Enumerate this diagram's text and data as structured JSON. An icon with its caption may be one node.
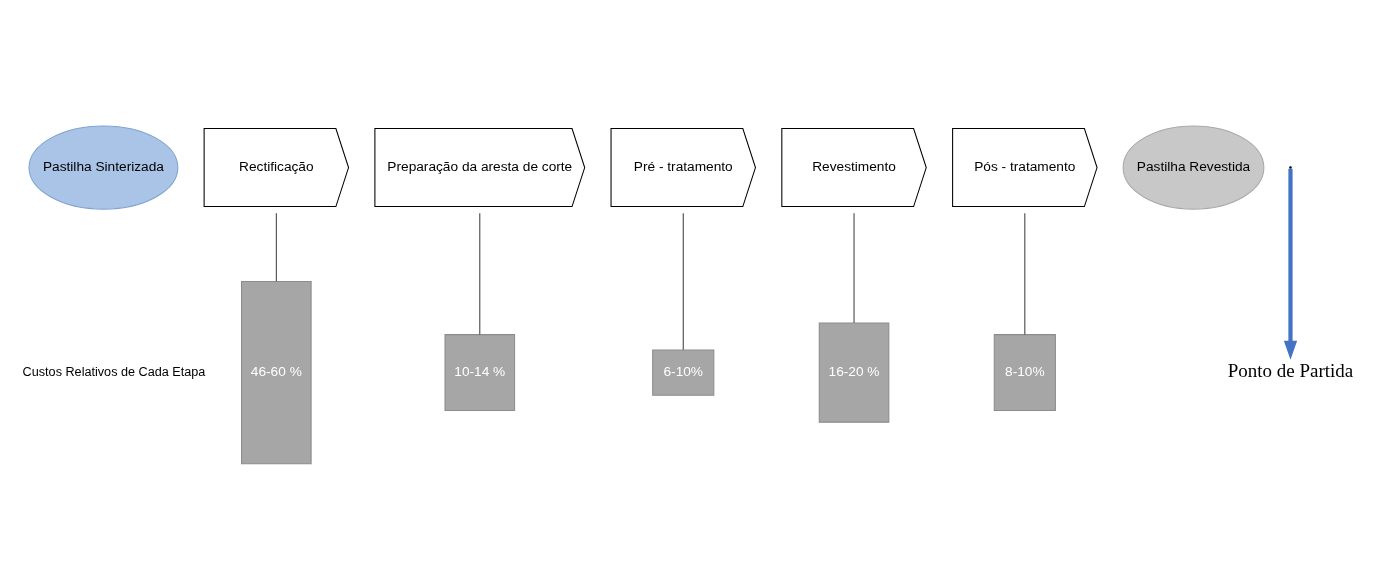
{
  "diagram": {
    "nodes": [
      {
        "text": [
          "Pastilha Sinterizada"
        ]
      },
      {
        "text": [
          "Rectificação"
        ]
      },
      {
        "text": [
          "Preparação da aresta de corte"
        ]
      },
      {
        "text": [
          "Pré - tratamento"
        ]
      },
      {
        "text": [
          "Revestimento"
        ]
      },
      {
        "text": [
          "Pós - tratamento"
        ]
      },
      {
        "text": [
          "Pastilha Revestida"
        ]
      },
      {
        "text": [
          "46-60 %"
        ]
      },
      {
        "text": [
          "10-14 %"
        ]
      },
      {
        "text": [
          "6-10%"
        ]
      },
      {
        "text": [
          "16-20 %"
        ]
      },
      {
        "text": [
          "8-10%"
        ]
      },
      {
        "text": [
          "Ponto de Partida"
        ]
      }
    ],
    "edges": [
      {
        "from": 1,
        "to": 7,
        "arrow": "none"
      },
      {
        "from": 2,
        "to": 8,
        "arrow": "none"
      },
      {
        "from": 3,
        "to": 9,
        "arrow": "none"
      },
      {
        "from": 4,
        "to": 10,
        "arrow": "none"
      },
      {
        "from": 5,
        "to": 11,
        "arrow": "none"
      },
      {
        "from": null,
        "to": 12,
        "arrow": "to",
        "style": "thick",
        "color": "#4472c4"
      }
    ],
    "labels": [
      "Custos Relativos de Cada Etapa"
    ]
  }
}
